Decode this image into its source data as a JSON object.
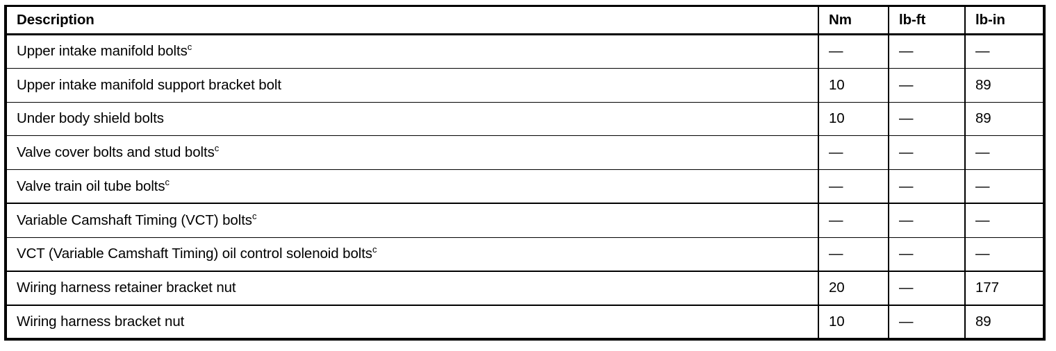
{
  "table": {
    "footnote_marker": "c",
    "dash": "—",
    "columns": [
      {
        "key": "description",
        "label": "Description",
        "align": "left"
      },
      {
        "key": "nm",
        "label": "Nm",
        "align": "left"
      },
      {
        "key": "lb_ft",
        "label": "lb-ft",
        "align": "left"
      },
      {
        "key": "lb_in",
        "label": "lb-in",
        "align": "left"
      }
    ],
    "rows": [
      {
        "description": "Upper intake manifold bolts",
        "footnote": "c",
        "nm": "—",
        "lb_ft": "—",
        "lb_in": "—"
      },
      {
        "description": "Upper intake manifold support bracket bolt",
        "footnote": "",
        "nm": "10",
        "lb_ft": "—",
        "lb_in": "89"
      },
      {
        "description": "Under body shield bolts",
        "footnote": "",
        "nm": "10",
        "lb_ft": "—",
        "lb_in": "89"
      },
      {
        "description": "Valve cover bolts and stud bolts",
        "footnote": "c",
        "nm": "—",
        "lb_ft": "—",
        "lb_in": "—"
      },
      {
        "description": "Valve train oil tube bolts",
        "footnote": "c",
        "nm": "—",
        "lb_ft": "—",
        "lb_in": "—"
      },
      {
        "description": "Variable Camshaft Timing (VCT) bolts",
        "footnote": "c",
        "nm": "—",
        "lb_ft": "—",
        "lb_in": "—"
      },
      {
        "description": "VCT (Variable Camshaft Timing) oil control solenoid bolts",
        "footnote": "c",
        "nm": "—",
        "lb_ft": "—",
        "lb_in": "—"
      },
      {
        "description": "Wiring harness retainer bracket nut",
        "footnote": "",
        "nm": "20",
        "lb_ft": "—",
        "lb_in": "177"
      },
      {
        "description": "Wiring harness bracket nut",
        "footnote": "",
        "nm": "10",
        "lb_ft": "—",
        "lb_in": "89"
      }
    ]
  },
  "colors": {
    "rule": "#000000",
    "text": "#000000",
    "background": "#ffffff"
  }
}
